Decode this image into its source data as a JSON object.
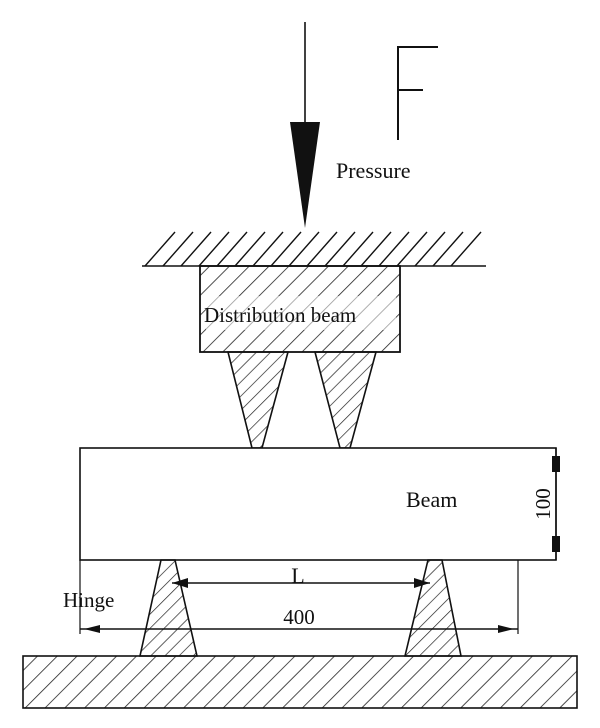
{
  "labels": {
    "force": "F",
    "pressure": "Pressure",
    "distribution_beam": "Distribution beam",
    "beam": "Beam",
    "height": "100",
    "span": "L",
    "length": "400",
    "hinge": "Hinge"
  }
}
